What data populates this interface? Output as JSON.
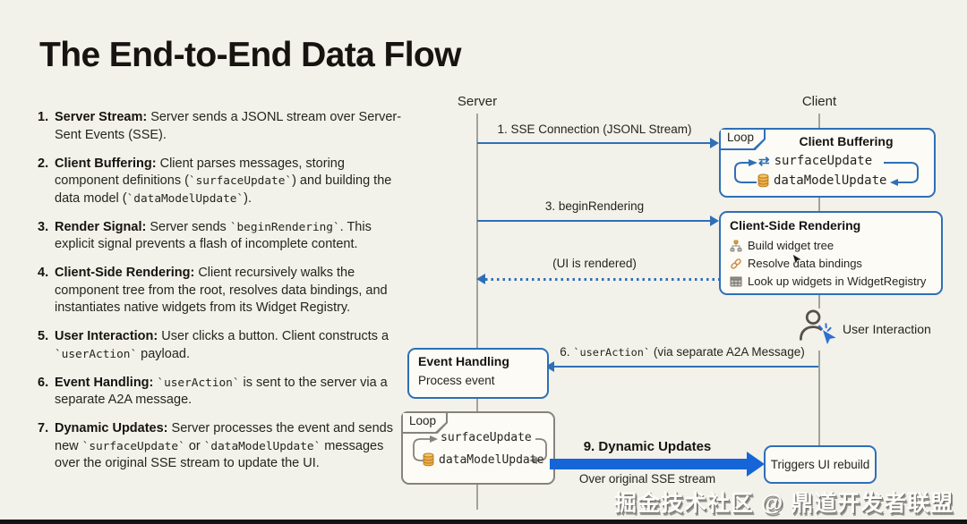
{
  "title": "The End-to-End Data Flow",
  "steps": [
    {
      "n": "1.",
      "bold": "Server Stream:",
      "rest": " Server sends a JSONL stream over Server-Sent Events (SSE)."
    },
    {
      "n": "2.",
      "bold": "Client Buffering:",
      "rest": " Client parses messages, storing component definitions (`surfaceUpdate`) and building the data model (`dataModelUpdate`)."
    },
    {
      "n": "3.",
      "bold": "Render Signal:",
      "rest": " Server sends `beginRendering`. This explicit signal prevents a flash of incomplete content."
    },
    {
      "n": "4.",
      "bold": "Client-Side Rendering:",
      "rest": " Client recursively walks the component tree from the root, resolves data bindings, and instantiates native widgets from its Widget Registry."
    },
    {
      "n": "5.",
      "bold": "User Interaction:",
      "rest": " User clicks a button. Client constructs a `userAction` payload."
    },
    {
      "n": "6.",
      "bold": "Event Handling:",
      "rest": " `userAction` is sent to the server via a separate A2A message."
    },
    {
      "n": "7.",
      "bold": "Dynamic Updates:",
      "rest": " Server processes the event and sends new `surfaceUpdate` or `dataModelUpdate` messages over the original SSE stream to update the UI."
    }
  ],
  "diagram": {
    "lifelines": {
      "server": "Server",
      "client": "Client"
    },
    "messages": {
      "m1": "1. SSE Connection (JSONL Stream)",
      "m3": "3. beginRendering",
      "ui_rendered": "(UI is rendered)",
      "m6": "6. `userAction` (via separate A2A Message)",
      "m9_title": "9. Dynamic Updates",
      "m9_sub": "Over original SSE stream"
    },
    "client_buffering": {
      "tab": "Loop",
      "title": "Client Buffering",
      "row1": "surfaceUpdate",
      "row2": "dataModelUpdate"
    },
    "client_side_rendering": {
      "title": "Client-Side Rendering",
      "items": [
        {
          "icon": "widget-tree-icon",
          "text": "Build widget tree"
        },
        {
          "icon": "data-binding-icon",
          "text": "Resolve data bindings"
        },
        {
          "icon": "widget-registry-icon",
          "text": "Look up widgets in WidgetRegistry"
        }
      ]
    },
    "event_handling": {
      "title": "Event Handling",
      "subtitle": "Process event"
    },
    "server_loop": {
      "tab": "Loop",
      "row1": "surfaceUpdate",
      "row2": "dataModelUpdate"
    },
    "triggers": {
      "label": "Triggers UI rebuild"
    },
    "user_interaction": {
      "label": "User Interaction"
    }
  },
  "watermark": "掘金技术社区 @ 鼎道开发者联盟",
  "colors": {
    "accent_blue": "#2e6fb7",
    "thick_blue": "#1565d8",
    "db_yellow": "#f0b04a",
    "bg": "#f2f1ea",
    "gray_border": "#85837c",
    "ink": "#23211c"
  }
}
